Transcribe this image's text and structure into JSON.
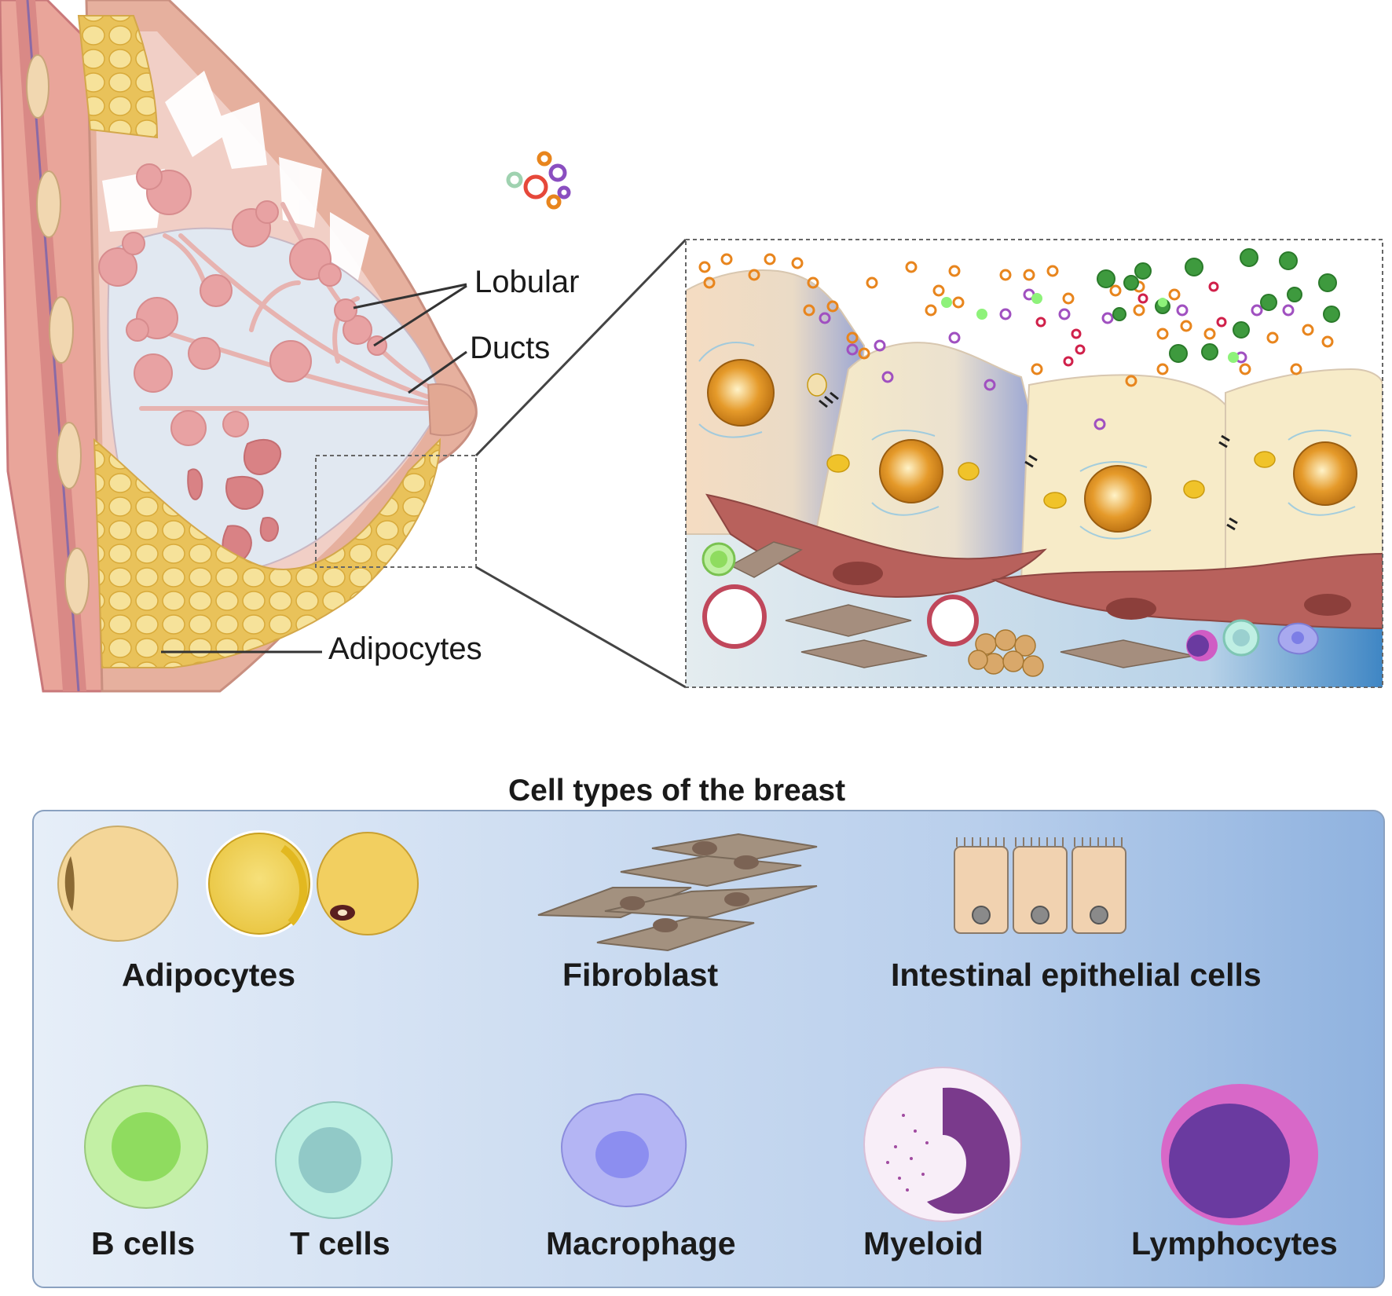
{
  "anatomy_labels": {
    "lobular": "Lobular",
    "ducts": "Ducts",
    "adipocytes": "Adipocytes"
  },
  "legend": {
    "title": "Cell types of the breast",
    "row1": [
      "Adipocytes",
      "Fibroblast",
      "Intestinal epithelial cells"
    ],
    "row2": [
      "B cells",
      "T cells",
      "Macrophage",
      "Myeloid",
      "Lymphocytes"
    ]
  },
  "colors": {
    "skin": "#e8b4a4",
    "muscle": "#e08f8a",
    "fat": "#f2c95a",
    "lobule": "#e9a3a5",
    "epithelium": "#f7e6c0",
    "nucleus": "#d9861c",
    "fibroblast": "#a08b7a",
    "legend_panel_start": "#e6eef8",
    "legend_panel_end": "#8fb2df"
  }
}
